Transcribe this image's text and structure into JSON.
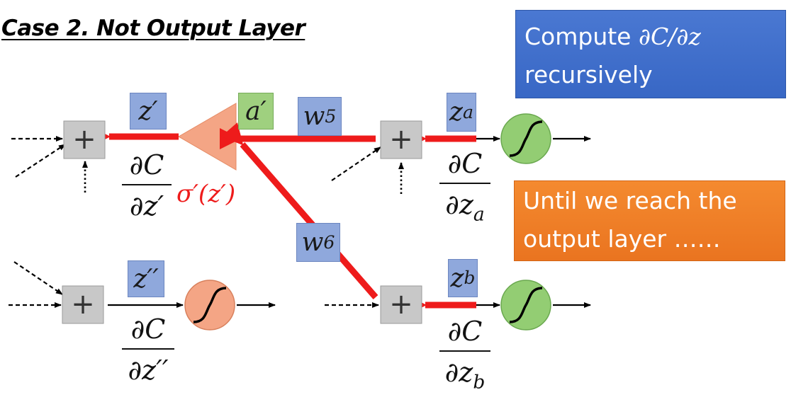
{
  "title": "Case 2. Not Output Layer",
  "callouts": {
    "compute_prefix": "Compute ",
    "compute_math": "∂C/∂z",
    "compute_suffix": "recursively",
    "until": "Until we reach the output layer ……"
  },
  "labels": {
    "z_prime": "z′",
    "a_prime": "a′",
    "w5_base": "w",
    "w5_sub": "5",
    "w6_base": "w",
    "w6_sub": "6",
    "za_base": "z",
    "za_sub": "a",
    "zb_base": "z",
    "zb_sub": "b",
    "z_double_prime": "z′′",
    "sigma_prime": "σ′(z′)"
  },
  "fractions": {
    "dC_dzprime": {
      "num": "∂C",
      "den": "∂z′"
    },
    "dC_dza": {
      "num": "∂C",
      "den_base": "∂z",
      "den_sub": "a"
    },
    "dC_dzdoubleprime": {
      "num": "∂C",
      "den": "∂z′′"
    },
    "dC_dzb": {
      "num": "∂C",
      "den_base": "∂z",
      "den_sub": "b"
    }
  },
  "nodes": {
    "sum_symbol": "+"
  },
  "colors": {
    "red_arrow": "#ee1b1b",
    "sum_box": "#c8c8c8",
    "neuron_green": "#93cd73",
    "neuron_orange": "#f4a585",
    "callout_blue": "#4472c4",
    "callout_orange": "#ed7d31",
    "label_blue": "#8fa8dc",
    "label_green": "#9fd07f"
  },
  "icons": {
    "sigmoid": "sigmoid-curve-icon",
    "amplifier": "triangle-amplifier-icon"
  }
}
